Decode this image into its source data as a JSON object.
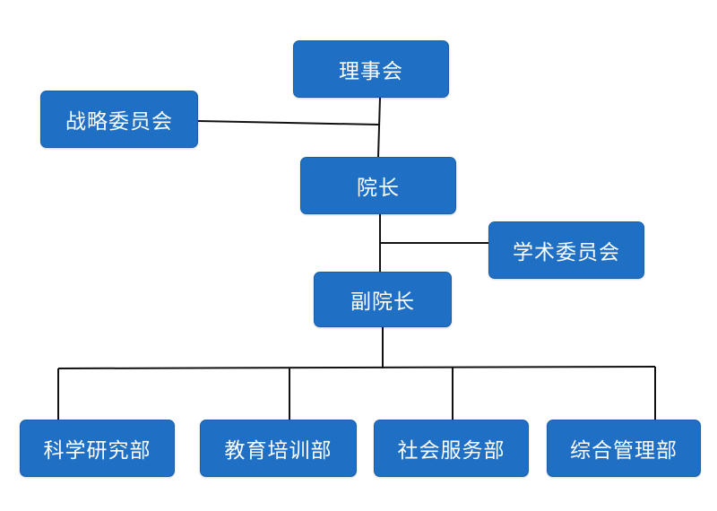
{
  "colors": {
    "node_fill": "#1f6fc4",
    "node_border": "#1a5ea8",
    "node_text": "#ffffff",
    "connector": "#111111",
    "background": "#ffffff"
  },
  "nodes": {
    "board": "理事会",
    "strategy_committee": "战略委员会",
    "president": "院长",
    "academic_committee": "学术委员会",
    "vice_president": "副院长",
    "departments": [
      "科学研究部",
      "教育培训部",
      "社会服务部",
      "综合管理部"
    ]
  }
}
